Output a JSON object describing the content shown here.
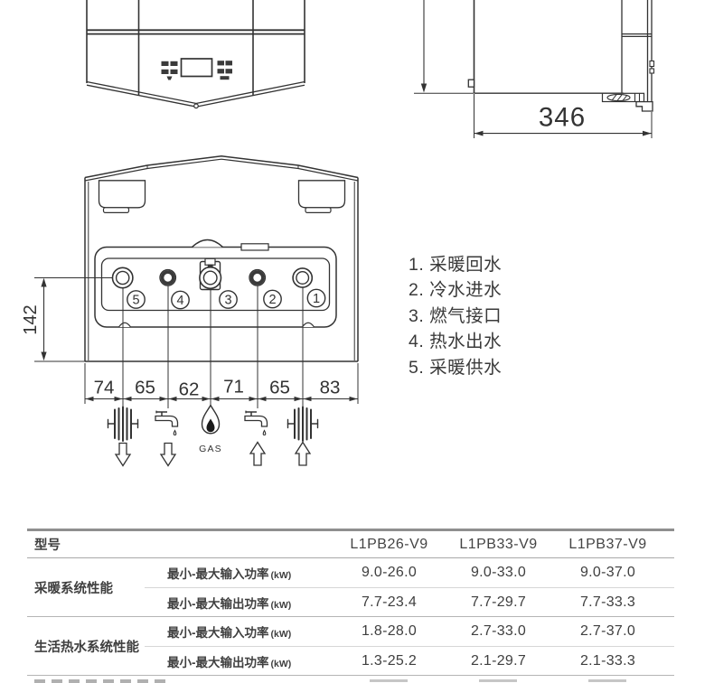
{
  "side_view": {
    "depth_dim": "346"
  },
  "bottom_view": {
    "height_dim": "142",
    "spacings": [
      "74",
      "65",
      "62",
      "71",
      "65",
      "83"
    ],
    "port_numbers": [
      "5",
      "4",
      "3",
      "2",
      "1"
    ],
    "gas_label": "GAS"
  },
  "legend": {
    "items": [
      "1. 采暖回水",
      "2. 冷水进水",
      "3. 燃气接口",
      "4. 热水出水",
      "5. 采暖供水"
    ]
  },
  "table": {
    "model_label": "型号",
    "models": [
      "L1PB26-V9",
      "L1PB33-V9",
      "L1PB37-V9"
    ],
    "groups": [
      {
        "label": "采暖系统性能",
        "rows": [
          {
            "param": "最小-最大输入功率",
            "unit": "(kW)",
            "values": [
              "9.0-26.0",
              "9.0-33.0",
              "9.0-37.0"
            ]
          },
          {
            "param": "最小-最大输出功率",
            "unit": "(kW)",
            "values": [
              "7.7-23.4",
              "7.7-29.7",
              "7.7-33.3"
            ]
          }
        ]
      },
      {
        "label": "生活热水系统性能",
        "rows": [
          {
            "param": "最小-最大输入功率",
            "unit": "(kW)",
            "values": [
              "1.8-28.0",
              "2.7-33.0",
              "2.7-37.0"
            ]
          },
          {
            "param": "最小-最大输出功率",
            "unit": "(kW)",
            "values": [
              "1.3-25.2",
              "2.1-29.7",
              "2.1-33.3"
            ]
          }
        ]
      }
    ]
  },
  "colors": {
    "line": "#333333",
    "text": "#3f3f3f",
    "table_top_border": "#8f8f8f",
    "divider": "#b5b5b5",
    "light_divider": "#d6d6d6"
  }
}
